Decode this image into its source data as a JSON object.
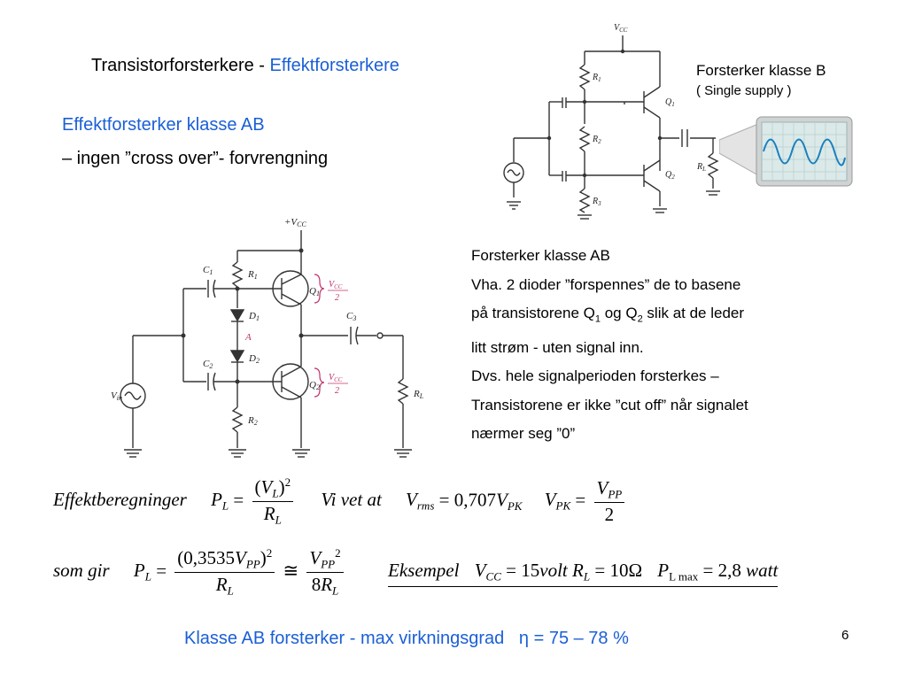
{
  "title": {
    "main": "Transistorforsterkere - ",
    "highlight": "Effektforsterkere"
  },
  "subtitle": {
    "line1": "Effektforsterker klasse AB",
    "line2": "– ingen ”cross over”- forvrengning"
  },
  "classB": {
    "line1": "Forsterker klasse B",
    "line2": "( Single supply )"
  },
  "classAB": {
    "heading": "Forsterker klasse AB",
    "l1": "Vha. 2 dioder ”forspennes” de to basene",
    "l2a": "på transistorene Q",
    "l2s1": "1",
    "l2b": " og Q",
    "l2s2": "2",
    "l2c": " slik at de leder",
    "l3": "litt strøm - uten signal inn.",
    "l4": "Dvs. hele signalperioden forsterkes –",
    "l5": "Transistorene er ikke ”cut off” når signalet",
    "l6": "nærmer seg ”0”"
  },
  "circuitB": {
    "vcc": "V",
    "vcc_sub": "CC",
    "r1": "R",
    "r1s": "1",
    "r2": "R",
    "r2s": "2",
    "r3": "R",
    "r3s": "3",
    "q1": "Q",
    "q1s": "1",
    "q2": "Q",
    "q2s": "2",
    "rl": "R",
    "rls": "L"
  },
  "circuitAB": {
    "vcc": "+V",
    "vcc_sub": "CC",
    "c1": "C",
    "c1s": "1",
    "c2": "C",
    "c2s": "2",
    "c3": "C",
    "c3s": "3",
    "r1": "R",
    "r1s": "1",
    "r2": "R",
    "r2s": "2",
    "d1": "D",
    "d1s": "1",
    "d2": "D",
    "d2s": "2",
    "a": "A",
    "q1": "Q",
    "q1s": "1",
    "q2": "Q",
    "q2s": "2",
    "rl": "R",
    "rls": "L",
    "vin": "V",
    "vins": "in",
    "half_num": "V",
    "half_num_sub": "CC",
    "half_den": "2"
  },
  "eq1": {
    "label": "Effektberegninger",
    "p": "P",
    "p_sub": "L",
    "eq": "=",
    "num_v": "V",
    "num_vsub": "L",
    "sq": "2",
    "den_r": "R",
    "den_rsub": "L",
    "vivet": "Vi vet at",
    "vrms": "V",
    "vrms_sub": "rms",
    "coef": "0,707",
    "vpk": "V",
    "vpk_sub": "PK",
    "vpk2": "V",
    "vpk2_sub": "PK",
    "vpp": "V",
    "vpp_sub": "PP",
    "two": "2"
  },
  "eq2": {
    "label": "som gir",
    "p": "P",
    "p_sub": "L",
    "num_a": "(0,3535",
    "num_v": "V",
    "num_vsub": "PP",
    "num_b": ")",
    "sq": "2",
    "den_r": "R",
    "den_rsub": "L",
    "approx": "≅",
    "f2_num": "V",
    "f2_numsub": "PP",
    "f2_den_a": "8",
    "f2_den_r": "R",
    "f2_den_rsub": "L"
  },
  "example": {
    "label": "Eksempel",
    "vcc": "V",
    "vcc_sub": "CC",
    "vcc_val": "15",
    "volt": "volt",
    "rl": "R",
    "rl_sub": "L",
    "rl_val": "10Ω",
    "pl": "P",
    "pl_sub": "L max",
    "pl_val": "2,8",
    "watt": "watt"
  },
  "footer": "Klasse AB forsterker - max virkningsgrad   η = 75 – 78 %",
  "page": "6",
  "colors": {
    "accent": "#1a5fd6",
    "scope_bg": "#dbeae9",
    "scope_wave": "#1a7fbf",
    "annot": "#c0306a"
  }
}
